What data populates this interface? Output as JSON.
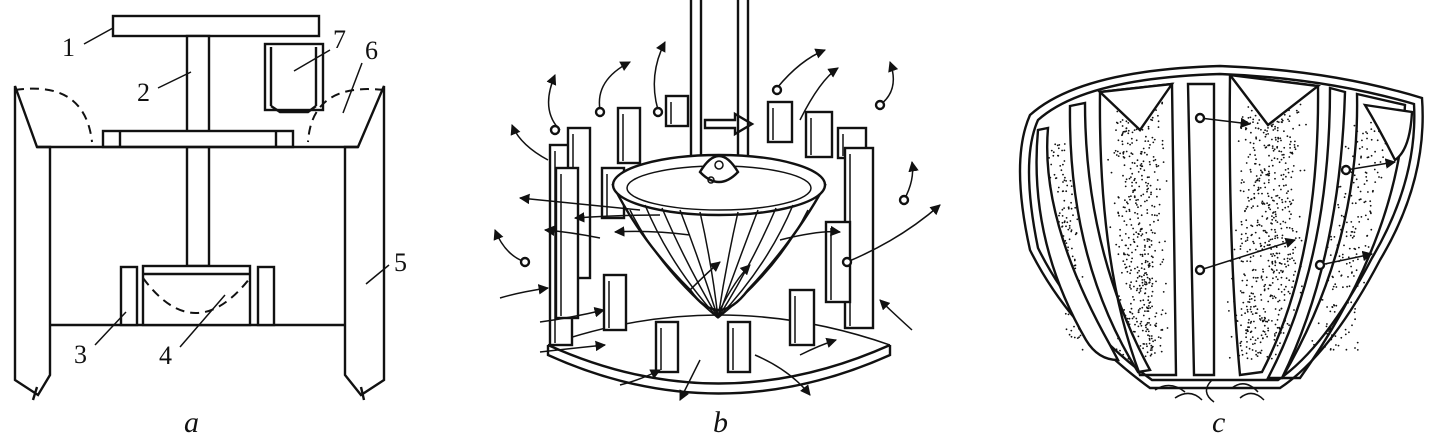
{
  "panels": [
    {
      "caption": "a",
      "labels": [
        "1",
        "2",
        "3",
        "4",
        "5",
        "6",
        "7"
      ]
    },
    {
      "caption": "b"
    },
    {
      "caption": "c"
    }
  ],
  "colors": {
    "ink": "#111111",
    "paper": "#ffffff"
  }
}
